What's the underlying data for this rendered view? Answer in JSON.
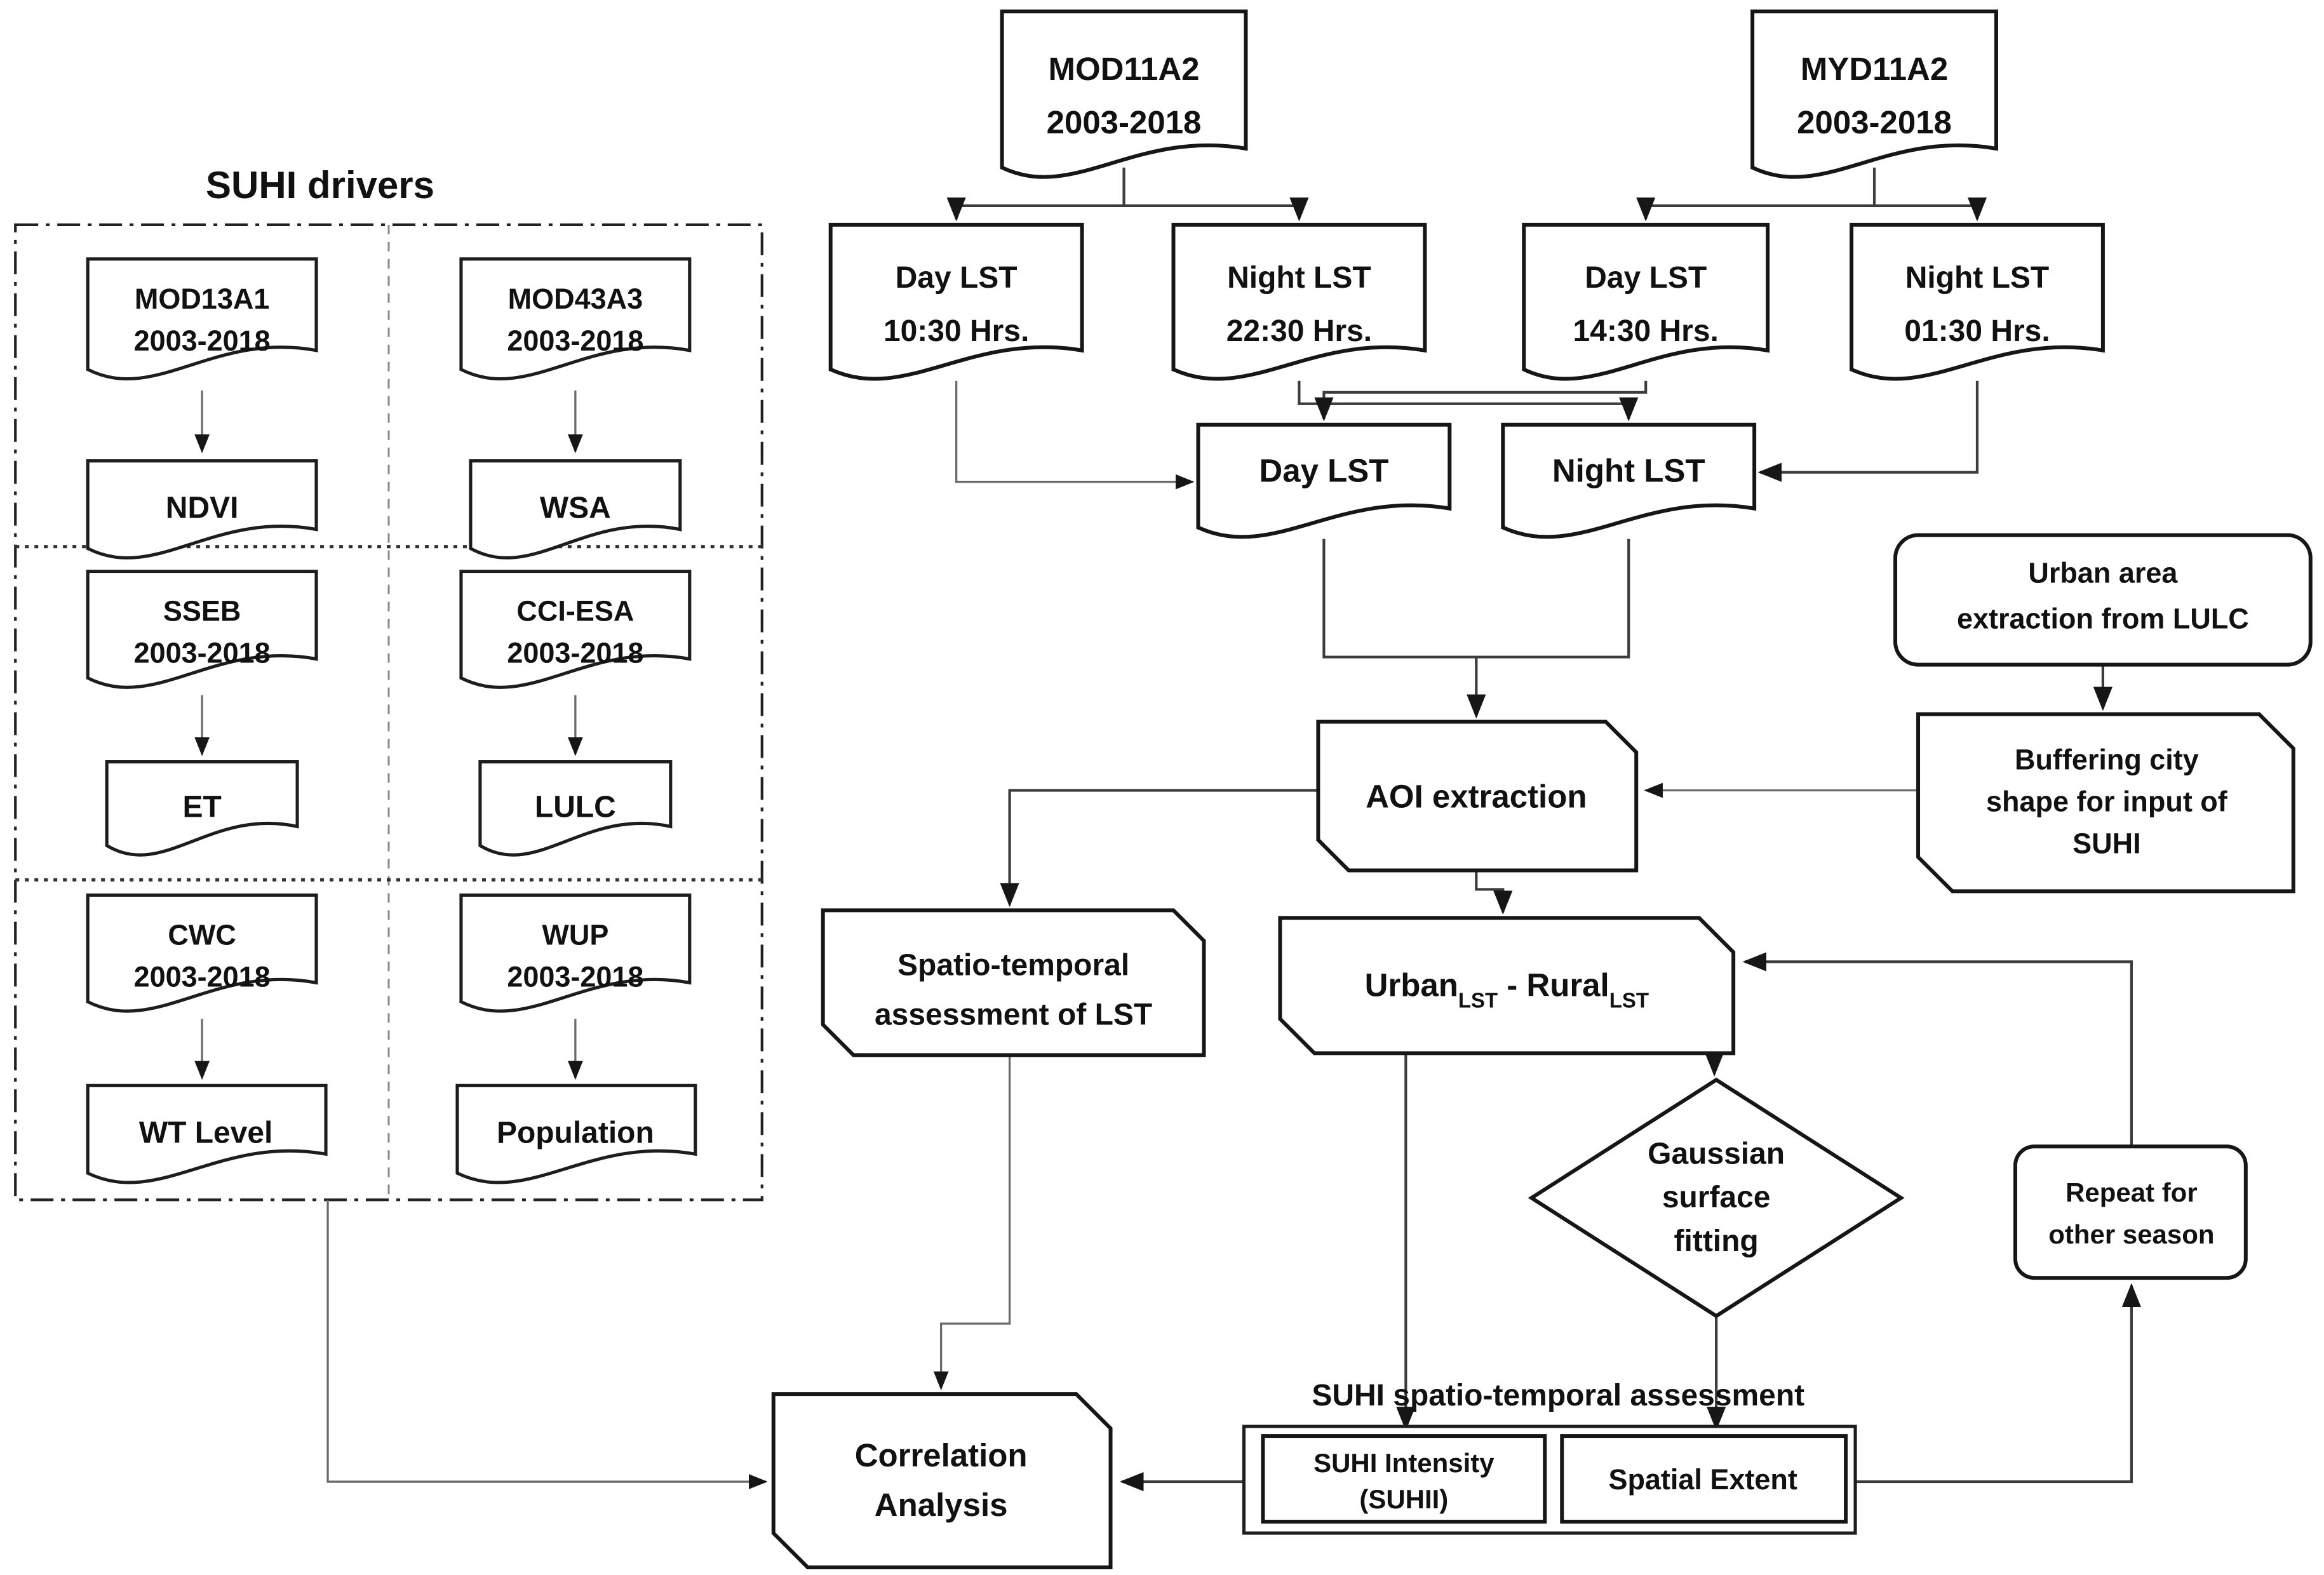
{
  "figure": {
    "type": "flowchart",
    "title_panel": "SUHI drivers",
    "colors": {
      "ink": "#111111",
      "connector": "#3c3c3c",
      "background": "#ffffff"
    },
    "nodes": {
      "drivers_title": "SUHI drivers",
      "mod13a1": {
        "lines": [
          "MOD13A1",
          "2003-2018"
        ]
      },
      "ndvi": {
        "lines": [
          "NDVI"
        ]
      },
      "mod43a3": {
        "lines": [
          "MOD43A3",
          "2003-2018"
        ]
      },
      "wsa": {
        "lines": [
          "WSA"
        ]
      },
      "sseb": {
        "lines": [
          "SSEB",
          "2003-2018"
        ]
      },
      "et": {
        "lines": [
          "ET"
        ]
      },
      "cci_esa": {
        "lines": [
          "CCI-ESA",
          "2003-2018"
        ]
      },
      "lulc": {
        "lines": [
          "LULC"
        ]
      },
      "cwc": {
        "lines": [
          "CWC",
          "2003-2018"
        ]
      },
      "wt_level": {
        "lines": [
          "WT Level"
        ]
      },
      "wup": {
        "lines": [
          "WUP",
          "2003-2018"
        ]
      },
      "population": {
        "lines": [
          "Population"
        ]
      },
      "mod11a2": {
        "lines": [
          "MOD11A2",
          "2003-2018"
        ]
      },
      "myd11a2": {
        "lines": [
          "MYD11A2",
          "2003-2018"
        ]
      },
      "day_lst_1030": {
        "lines": [
          "Day LST",
          "10:30 Hrs."
        ]
      },
      "night_lst_2230": {
        "lines": [
          "Night LST",
          "22:30 Hrs."
        ]
      },
      "day_lst_1430": {
        "lines": [
          "Day LST",
          "14:30 Hrs."
        ]
      },
      "night_lst_0130": {
        "lines": [
          "Night LST",
          "01:30 Hrs."
        ]
      },
      "day_lst_merged": {
        "lines": [
          "Day LST"
        ]
      },
      "night_lst_merged": {
        "lines": [
          "Night LST"
        ]
      },
      "aoi": {
        "lines": [
          "AOI extraction"
        ]
      },
      "urban_area": {
        "lines": [
          "Urban area",
          "extraction from LULC"
        ]
      },
      "buffering": {
        "lines": [
          "Buffering city",
          "shape for input of",
          "SUHI"
        ]
      },
      "spatio": {
        "lines": [
          "Spatio-temporal",
          "assessment of LST"
        ]
      },
      "urban_rural": {
        "p1": "Urban",
        "sub1": "LST",
        "dash": "-",
        "p2": "Rural",
        "sub2": "LST"
      },
      "gaussian": {
        "lines": [
          "Gaussian",
          "surface",
          "fitting"
        ]
      },
      "repeat": {
        "lines": [
          "Repeat for",
          "other season"
        ]
      },
      "suhi_assessment_label": "SUHI spatio-temporal assessment",
      "suhii": {
        "lines": [
          "SUHI Intensity",
          "(SUHII)"
        ]
      },
      "spatial_extent": {
        "lines": [
          "Spatial Extent"
        ]
      },
      "correlation": {
        "lines": [
          "Correlation",
          "Analysis"
        ]
      }
    }
  }
}
